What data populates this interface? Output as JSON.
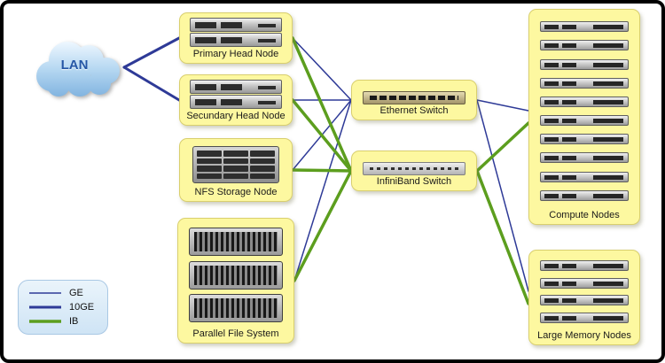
{
  "nodes": {
    "lan": {
      "label": "LAN"
    },
    "primary_head": {
      "label": "Primary Head Node",
      "units": 2
    },
    "secondary_head": {
      "label": "Secundary Head Node",
      "units": 2
    },
    "nfs": {
      "label": "NFS Storage Node",
      "bays": 12
    },
    "pfs": {
      "label": "Parallel File System",
      "shelves": 3
    },
    "eth_switch": {
      "label": "Ethernet Switch"
    },
    "ib_switch": {
      "label": "InfiniBand Switch"
    },
    "compute": {
      "label": "Compute Nodes",
      "units": 10
    },
    "large_mem": {
      "label": "Large Memory Nodes",
      "units": 4
    }
  },
  "legend": {
    "items": [
      {
        "label": "GE",
        "color": "#2e3a97",
        "width": 1.5
      },
      {
        "label": "10GE",
        "color": "#2e3a97",
        "width": 3
      },
      {
        "label": "IB",
        "color": "#5c9e1e",
        "width": 3.5
      }
    ]
  },
  "edges": [
    {
      "from": "lan",
      "to": "primary_head",
      "type": "10GE"
    },
    {
      "from": "lan",
      "to": "secondary_head",
      "type": "10GE"
    },
    {
      "from": "primary_head",
      "to": "eth_switch",
      "type": "GE"
    },
    {
      "from": "secondary_head",
      "to": "eth_switch",
      "type": "GE"
    },
    {
      "from": "nfs",
      "to": "eth_switch",
      "type": "GE"
    },
    {
      "from": "pfs",
      "to": "eth_switch",
      "type": "GE"
    },
    {
      "from": "primary_head",
      "to": "ib_switch",
      "type": "IB"
    },
    {
      "from": "secondary_head",
      "to": "ib_switch",
      "type": "IB"
    },
    {
      "from": "nfs",
      "to": "ib_switch",
      "type": "IB"
    },
    {
      "from": "pfs",
      "to": "ib_switch",
      "type": "IB"
    },
    {
      "from": "eth_switch",
      "to": "compute",
      "type": "GE"
    },
    {
      "from": "eth_switch",
      "to": "large_mem",
      "type": "GE"
    },
    {
      "from": "ib_switch",
      "to": "compute",
      "type": "IB"
    },
    {
      "from": "ib_switch",
      "to": "large_mem",
      "type": "IB"
    }
  ],
  "colors": {
    "node_fill": "#fdf8a0",
    "node_border": "#d9cf6e",
    "legend_border": "#a9c8e4",
    "cloud_text": "#2456a6"
  }
}
